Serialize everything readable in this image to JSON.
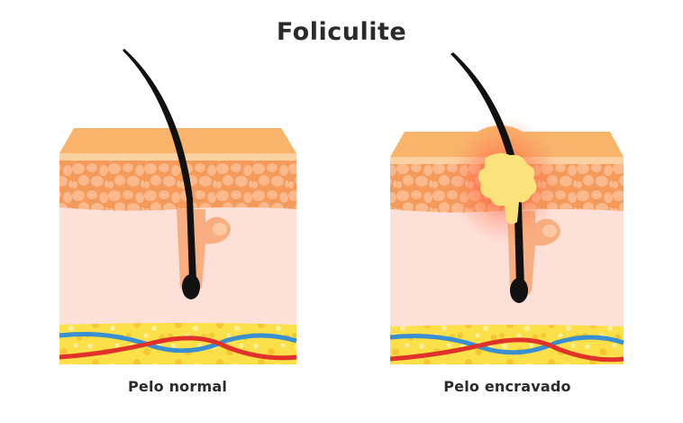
{
  "title": "Foliculite",
  "panels": [
    {
      "id": "normal",
      "caption": "Pelo normal",
      "state": "normal"
    },
    {
      "id": "ingrown",
      "caption": "Pelo encravado",
      "state": "inflamed"
    }
  ],
  "colors": {
    "title_text": "#2b2b2b",
    "epidermis_top": "#f8b46a",
    "epidermis_band": "#fcd0a0",
    "cell_layer_bg": "#f49a5a",
    "cell": "#fbb98c",
    "dermis": "#fde0d8",
    "fat_layer": "#fbe04a",
    "fat_dots": "#f7c733",
    "vein": "#3a8fd0",
    "artery": "#e0312a",
    "hair": "#111111",
    "pus": "#fbe27a",
    "inflammation": "#ff5a4a"
  }
}
